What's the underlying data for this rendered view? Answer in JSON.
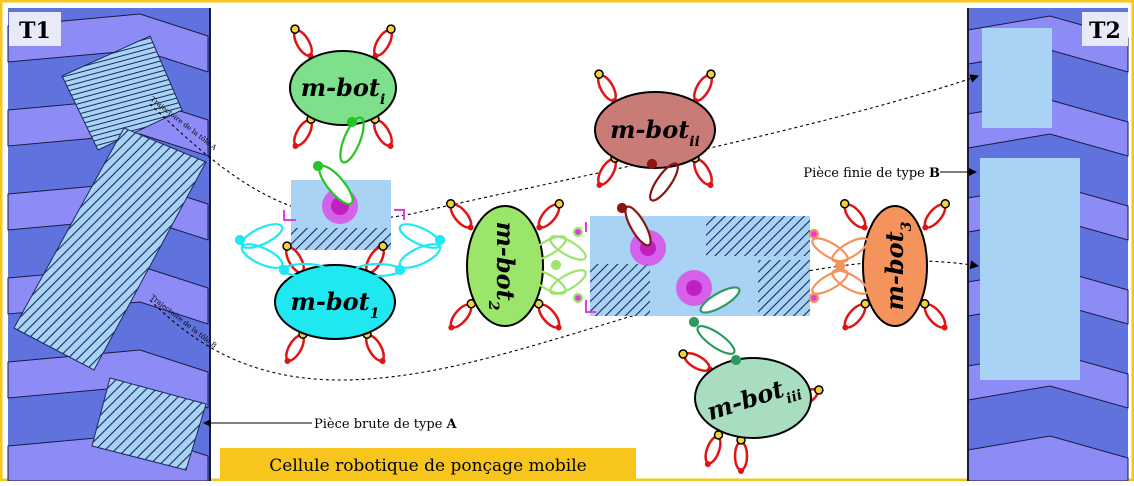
{
  "conveyors": {
    "left_label": "T1",
    "right_label": "T2"
  },
  "robots": [
    {
      "id": "i",
      "base": "m-bot",
      "sub": "i",
      "color": "#7ee08a"
    },
    {
      "id": "ii",
      "base": "m-bot",
      "sub": "ii",
      "color": "#c97b78"
    },
    {
      "id": "1",
      "base": "m-bot",
      "sub": "1",
      "color": "#1fe8f0"
    },
    {
      "id": "2",
      "base": "m-bot",
      "sub": "2",
      "color": "#9be66a"
    },
    {
      "id": "3",
      "base": "m-bot",
      "sub": "3",
      "color": "#f4935c"
    },
    {
      "id": "iii",
      "base": "m-bot",
      "sub": "iii",
      "color": "#a8ddc0"
    }
  ],
  "annotations": {
    "piece_brute_prefix": "Pièce brute de type ",
    "piece_brute_type": "A",
    "piece_finie_prefix": "Pièce finie de type ",
    "piece_finie_type": "B",
    "trajectory_a": "Trajectoire de la tôle A",
    "trajectory_b": "Trajectoire de la tôle B"
  },
  "caption": "Cellule robotique de ponçage mobile",
  "colors": {
    "frame": "#f7c51c",
    "conveyor_dark": "#5f72de",
    "conveyor_light": "#8d8cf6",
    "piece_blue": "#a9d3f5",
    "caption_bg": "#f7c51c",
    "effector": "#e43ae4",
    "gripper": "#e01414",
    "gripper_tip": "#f3d23a"
  }
}
